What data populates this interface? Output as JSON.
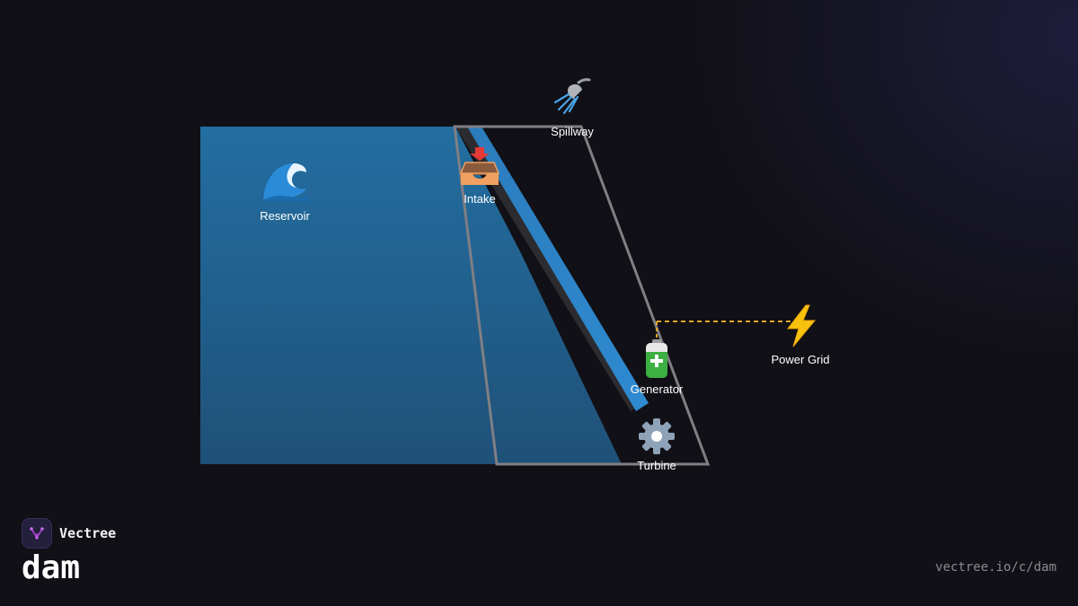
{
  "brand": {
    "name": "Vectree",
    "logo_icon": "vectree-logo-icon",
    "logo_color": "#b04ad8"
  },
  "page": {
    "title": "dam",
    "url": "vectree.io/c/dam"
  },
  "colors": {
    "water": "#236b9c",
    "penstock": "#2e84c6",
    "dam_outline": "#808080",
    "power_line": "#e0a526",
    "background": "#111016"
  },
  "nodes": {
    "reservoir": {
      "label": "Reservoir",
      "icon": "wave-icon"
    },
    "intake": {
      "label": "Intake",
      "icon": "inbox-tray-icon"
    },
    "spillway": {
      "label": "Spillway",
      "icon": "shower-icon"
    },
    "generator": {
      "label": "Generator",
      "icon": "battery-icon"
    },
    "turbine": {
      "label": "Turbine",
      "icon": "gear-icon"
    },
    "power_grid": {
      "label": "Power Grid",
      "icon": "lightning-icon"
    }
  }
}
